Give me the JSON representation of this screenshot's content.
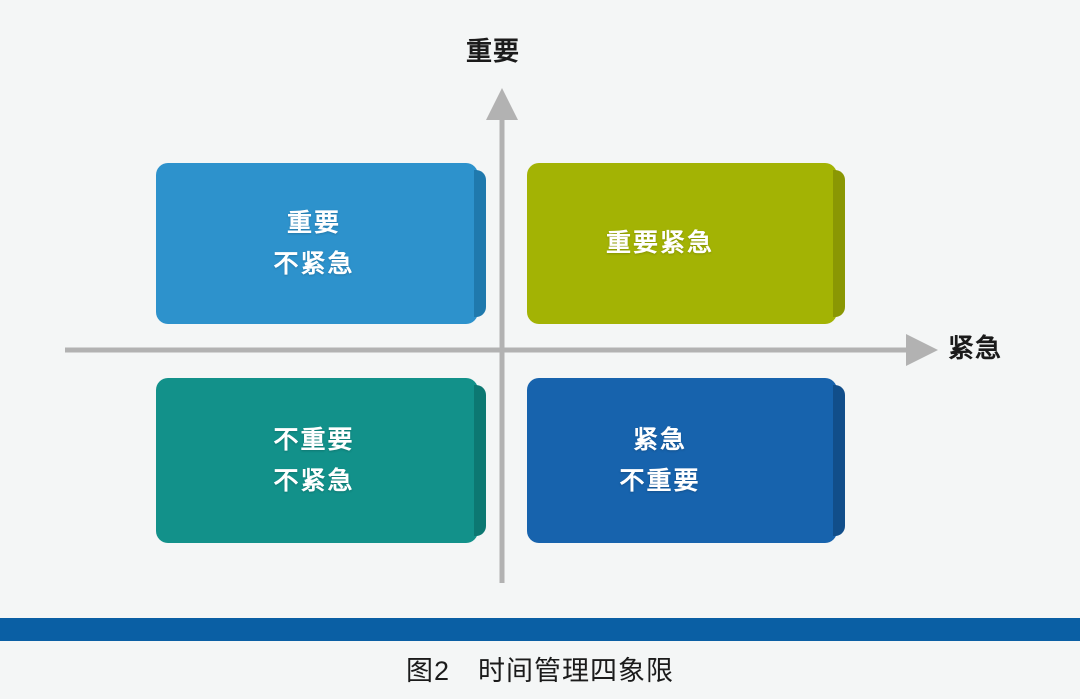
{
  "figure": {
    "caption": "图2　时间管理四象限",
    "background_color": "#f4f6f6",
    "rule_color": "#0a5fa4"
  },
  "axes": {
    "vertical": {
      "label": "重要",
      "direction": "up",
      "color": "#b2b2b2"
    },
    "horizontal": {
      "label": "紧急",
      "direction": "right",
      "color": "#b2b2b2"
    }
  },
  "quadrants": [
    {
      "id": "top-left",
      "line1": "重要",
      "line2": "不紧急",
      "color": "#2d92cc",
      "shadow_color": "#1f79ad"
    },
    {
      "id": "top-right",
      "line1": "重要紧急",
      "line2": "",
      "color": "#a3b304",
      "shadow_color": "#8a9703"
    },
    {
      "id": "bottom-left",
      "line1": "不重要",
      "line2": "不紧急",
      "color": "#12918a",
      "shadow_color": "#0c7872"
    },
    {
      "id": "bottom-right",
      "line1": "紧急",
      "line2": "不重要",
      "color": "#1763ad",
      "shadow_color": "#114e8a"
    }
  ]
}
